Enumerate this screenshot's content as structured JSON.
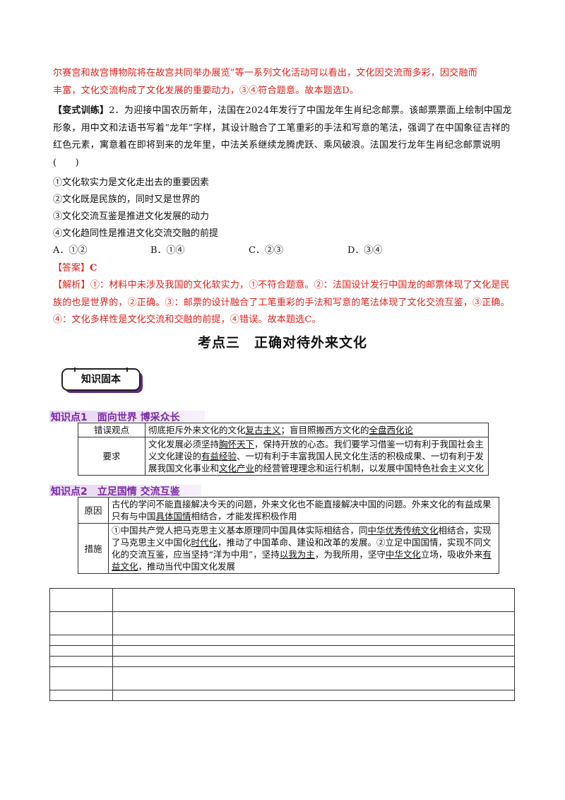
{
  "prev_explanation": {
    "line1": "尔赛宫和故宫博物院将在故宫共同举办展览”等一系列文化活动可以看出，文化因交流而多彩，因交融而",
    "line2": "丰富，文化交流构成了文化发展的重要动力，③④符合题意。故本题选D。"
  },
  "question": {
    "tag": "【变式训练】",
    "stem": "2．为迎接中国农历新年，法国在2024年发行了中国龙年生肖纪念邮票。该邮票票面上绘制中国龙形象，用中文和法语书写着“龙年”字样，其设计融合了工笔重彩的手法和写意的笔法，强调了在中国象征吉祥的红色元素，寓意着在即将到来的龙年里，中法关系继续龙腾虎跃、乘风破浪。法国发行龙年生肖纪念邮票说明(　　)",
    "statements": [
      "①文化软实力是文化走出去的重要因素",
      "②文化既是民族的，同时又是世界的",
      "③文化交流互鉴是推进文化发展的动力",
      "④文化趋同性是推进文化交流交融的前提"
    ],
    "options": [
      "A．①②",
      "B．①④",
      "C．②③",
      "D．③④"
    ]
  },
  "answer": {
    "label": "【答案】",
    "value": "C"
  },
  "analysis": {
    "label": "【解析】",
    "text": "①：材料中未涉及我国的文化软实力，①不符合题意。②：法国设计发行中国龙的邮票体现了文化是民族的也是世界的，②正确。③：邮票的设计融合了工笔重彩的手法和写意的笔法体现了文化交流互鉴，③正确。④：文化多样性是文化交流和交融的前提，④错误。故本题选C。"
  },
  "section_heading": "考点三　正确对待外来文化",
  "badge_text": "知识固本",
  "kp1": {
    "title": "知识点1　面向世界  博采众长",
    "rows": [
      {
        "label": "错误观点",
        "content": "彻底拒斥外来文化的文化复古主义；盲目照搬西方文化的全盘西化论"
      },
      {
        "label": "要求",
        "content": "文化发展必须坚持胸怀天下，保持开放的心态。我们要学习借鉴一切有利于我国社会主义文化建设的有益经验、一切有利于丰富我国人民文化生活的积极成果、一切有利于发展我国文化事业和文化产业的经营管理理念和运行机制，以发展中国特色社会主义文化"
      }
    ]
  },
  "kp2": {
    "title": "知识点2　立足国情  交流互鉴",
    "rows": [
      {
        "label": "原因",
        "content": "古代的学问不能直接解决今天的问题，外来文化也不能直接解决中国的问题。外来文化的有益成果只有与中国具体国情相结合，才能发挥积极作用"
      },
      {
        "label": "措施",
        "content": "①中国共产党人把马克思主义基本原理同中国具体实际相结合，同中华优秀传统文化相结合，实现了马克思主义中国化时代化，推动了中国革命、建设和改革的发展。②立足中国国情，实现不同文化的交流互鉴，应当坚持“洋为中用”，坚持以我为主，为我所用，坚守中华文化立场，吸收外来有益文化，推动当代中国文化发展"
      }
    ]
  },
  "colors": {
    "answer_red": "#e0201b",
    "kp_purple": "#7a2aa8",
    "badge_purple": "#5b2a86"
  }
}
